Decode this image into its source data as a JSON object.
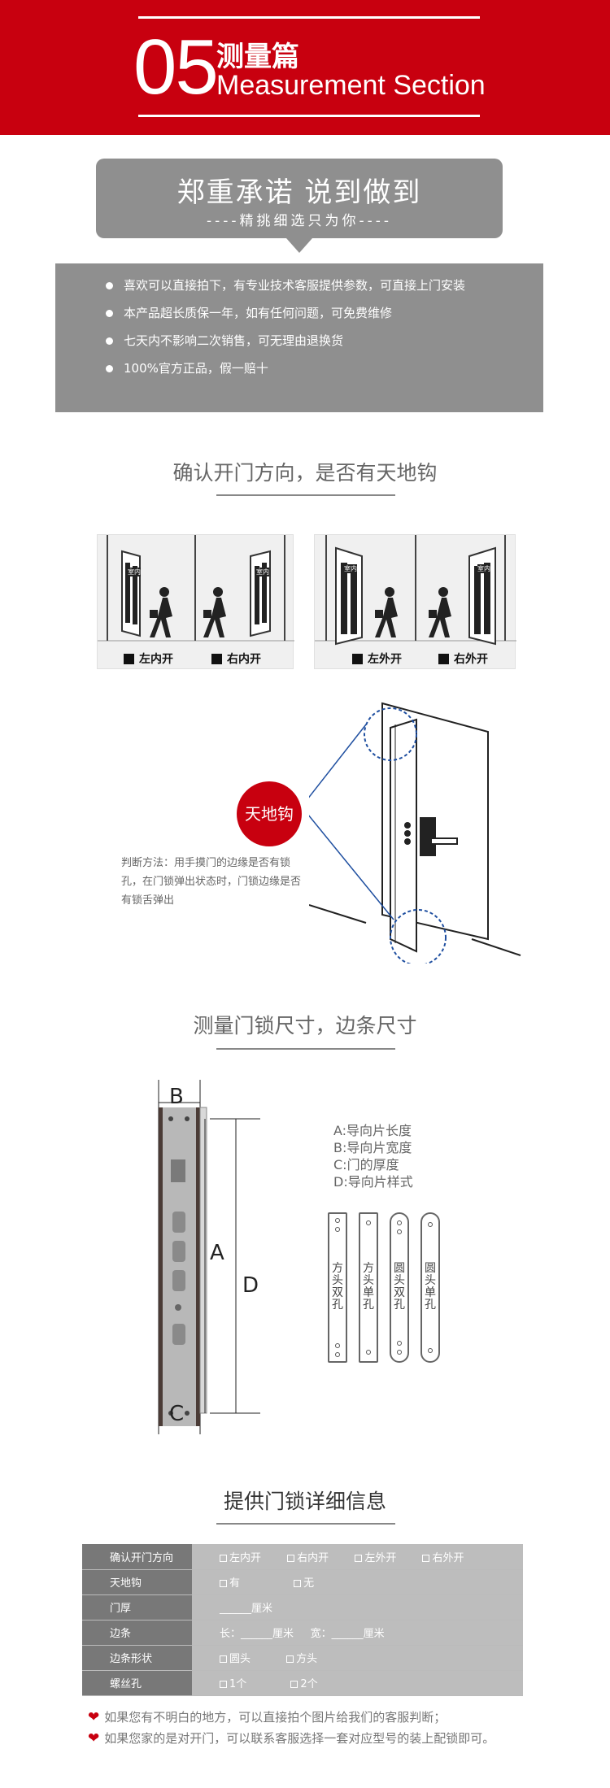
{
  "header": {
    "number": "05",
    "title_cn": "测量篇",
    "title_en": "Measurement Section"
  },
  "promise": {
    "title": "郑重承诺 说到做到",
    "subtitle": "----精挑细选只为你----"
  },
  "benefits": [
    "喜欢可以直接拍下，有专业技术客服提供参数，可直接上门安装",
    "本产品超长质保一年，如有任何问题，可免费维修",
    "七天内不影响二次销售，可无理由退换货",
    "100%官方正品，假一赔十"
  ],
  "section1": {
    "title": "确认开门方向，是否有天地钩",
    "door_left": {
      "tag1": "室内",
      "tag2": "室内",
      "label_a": "左内开",
      "label_b": "右内开"
    },
    "door_right": {
      "tag1": "室内",
      "tag2": "室内",
      "label_a": "左外开",
      "label_b": "右外开"
    },
    "hook_label": "天地钩",
    "hook_note": "判断方法：用手摸门的边缘是否有锁孔，在门锁弹出状态时，门锁边缘是否有锁舌弹出"
  },
  "section2": {
    "title": "测量门锁尺寸，边条尺寸",
    "letters": {
      "b": "B",
      "a": "A",
      "d": "D",
      "c": "C"
    },
    "dims": [
      "A:导向片长度",
      "B:导向片宽度",
      "C:门的厚度",
      "D:导向片样式"
    ],
    "plates": [
      "方头双孔",
      "方头单孔",
      "圆头双孔",
      "圆头单孔"
    ]
  },
  "section3": {
    "title": "提供门锁详细信息",
    "rows": [
      {
        "key": "确认开门方向",
        "opts": [
          "左内开",
          "右内开",
          "左外开",
          "右外开"
        ]
      },
      {
        "key": "天地钩",
        "opts": [
          "有",
          "无"
        ]
      },
      {
        "key": "门厚",
        "text": "______厘米"
      },
      {
        "key": "边条",
        "text": "长：______厘米     宽：______厘米"
      },
      {
        "key": "边条形状",
        "opts": [
          "圆头",
          "方头"
        ]
      },
      {
        "key": "螺丝孔",
        "opts": [
          "1个",
          "2个"
        ]
      }
    ],
    "notes": [
      "如果您有不明白的地方，可以直接拍个图片给我们的客服判断；",
      "如果您家的是对开门，可以联系客服选择一套对应型号的装上配锁即可。"
    ]
  },
  "colors": {
    "accent": "#c8000f",
    "grey": "#8f8f8f"
  }
}
